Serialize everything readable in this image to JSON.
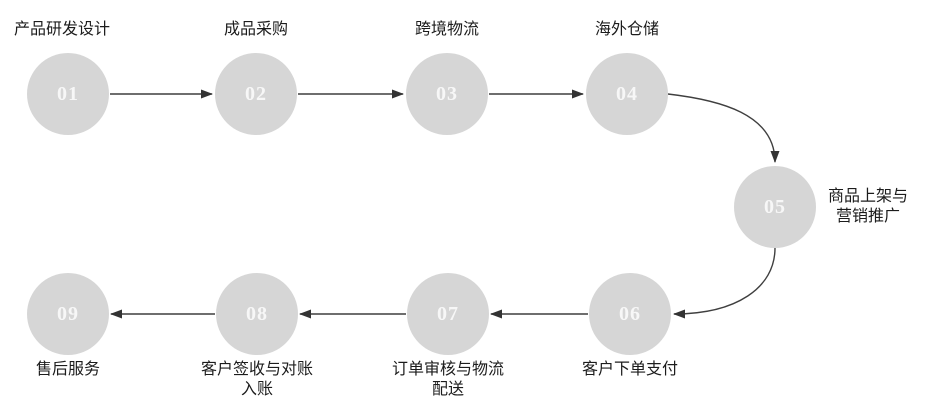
{
  "diagram": {
    "type": "process-flow",
    "description": "Cross-border e-commerce workflow, 9 numbered steps",
    "colors": {
      "background": "#ffffff",
      "circle_fill": "#d6d6d6",
      "step_number": "#f7f7f7",
      "label_text": "#1c1c1c",
      "arrow": "#3f3f3f"
    },
    "nodes": [
      {
        "num": "01",
        "label": "产品研发设计"
      },
      {
        "num": "02",
        "label": "成品采购"
      },
      {
        "num": "03",
        "label": "跨境物流"
      },
      {
        "num": "04",
        "label": "海外仓储"
      },
      {
        "num": "05",
        "label": "商品上架与\n营销推广"
      },
      {
        "num": "06",
        "label": "客户下单支付"
      },
      {
        "num": "07",
        "label": "订单审核与物流\n配送"
      },
      {
        "num": "08",
        "label": "客户签收与对账\n入账"
      },
      {
        "num": "09",
        "label": "售后服务"
      }
    ],
    "edges": [
      {
        "from": "01",
        "to": "02",
        "style": "straight"
      },
      {
        "from": "02",
        "to": "03",
        "style": "straight"
      },
      {
        "from": "03",
        "to": "04",
        "style": "straight"
      },
      {
        "from": "04",
        "to": "05",
        "style": "curved"
      },
      {
        "from": "05",
        "to": "06",
        "style": "curved"
      },
      {
        "from": "06",
        "to": "07",
        "style": "straight"
      },
      {
        "from": "07",
        "to": "08",
        "style": "straight"
      },
      {
        "from": "08",
        "to": "09",
        "style": "straight"
      }
    ]
  }
}
